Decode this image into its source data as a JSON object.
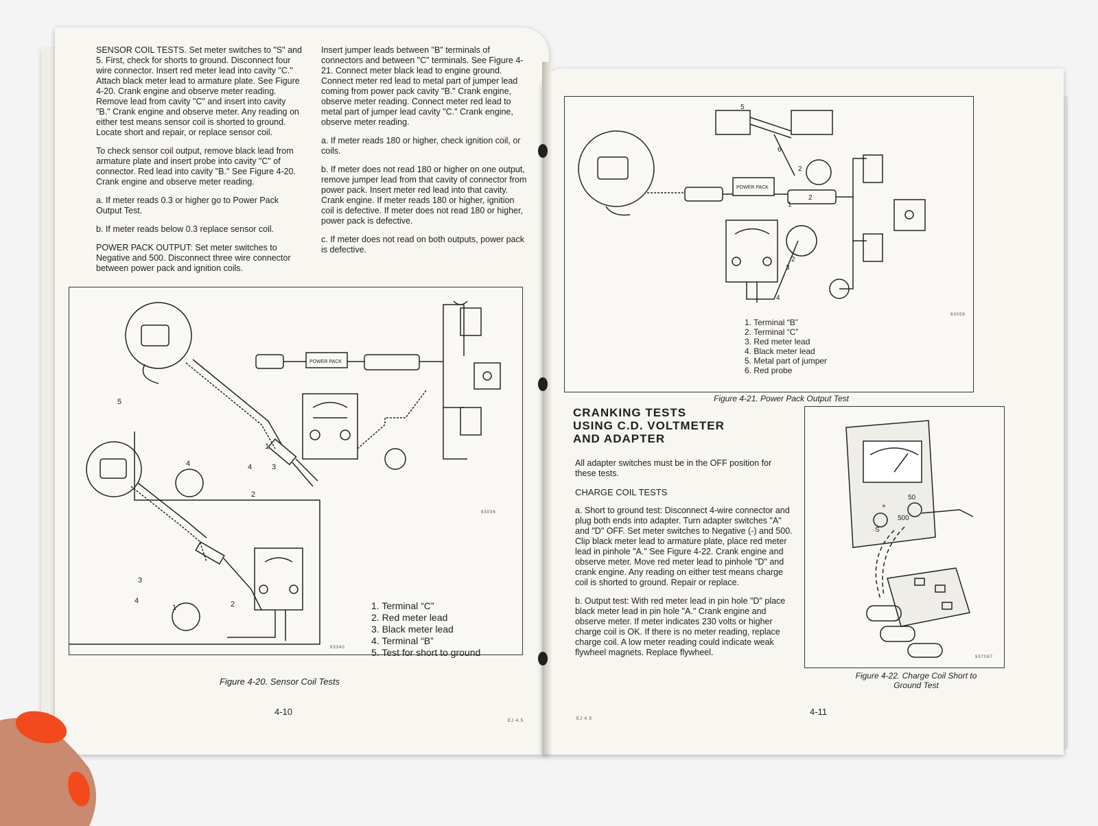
{
  "left_page": {
    "col1": {
      "p1": "SENSOR COIL TESTS. Set meter switches to \"S\" and 5. First, check for shorts to ground. Disconnect four wire connector. Insert red meter lead into cavity \"C.\" Attach black meter lead to armature plate. See Figure 4-20. Crank engine and observe meter reading. Remove lead from cavity \"C\" and insert into cavity \"B.\" Crank engine and observe meter. Any reading on either test means sensor coil is shorted to ground. Locate short and repair, or replace sensor coil.",
      "p2": "To check sensor coil output, remove black lead from armature plate and insert probe into cavity \"C\" of connector. Red lead into cavity \"B.\" See Figure 4-20. Crank engine and observe meter reading.",
      "p3": "a. If meter reads 0.3 or higher go to Power Pack Output Test.",
      "p4": "b. If meter reads below 0.3 replace sensor coil.",
      "p5": "POWER PACK OUTPUT: Set meter switches to Negative and 500. Disconnect three wire connector between power pack and ignition coils."
    },
    "col2": {
      "p1": "Insert jumper leads between \"B\" terminals of connectors and between \"C\" terminals. See Figure 4-21. Connect meter black lead to engine ground. Connect meter red lead to metal part of jumper lead coming from power pack cavity \"B.\" Crank engine, observe meter reading. Connect meter red lead to metal part of jumper lead cavity \"C.\" Crank engine, observe meter reading.",
      "p2": "a. If meter reads 180 or higher, check ignition coil, or coils.",
      "p3": "b. If meter does not read 180 or higher on one output, remove jumper lead from that cavity of connector from power pack. Insert meter red lead into that cavity. Crank engine. If meter reads 180 or higher, ignition coil is defective. If meter does not read 180 or higher, power pack is defective.",
      "p4": "c. If meter does not read on both outputs, power pack is defective."
    },
    "figure": {
      "power_pack_label": "POWER PACK",
      "code_top": "93036",
      "code_bottom": "93340",
      "legend": [
        "1. Terminal “C”",
        "2. Red meter lead",
        "3. Black meter lead",
        "4. Terminal “B”",
        "5. Test for short to ground"
      ],
      "caption": "Figure 4-20. Sensor Coil Tests"
    },
    "page_number": "4-10",
    "footer_code": "EJ 4.5"
  },
  "right_page": {
    "figure_21": {
      "power_pack_label": "POWER PACK",
      "code": "93059",
      "legend": [
        "1. Terminal “B”",
        "2. Terminal “C”",
        "3. Red meter lead",
        "4. Black meter lead",
        "5. Metal part of jumper",
        "6. Red probe"
      ],
      "caption": "Figure 4-21. Power Pack Output Test"
    },
    "heading": [
      "CRANKING TESTS",
      "USING C.D. VOLTMETER",
      "AND ADAPTER"
    ],
    "intro": "All adapter switches must be in the OFF position for these tests.",
    "subheading": "CHARGE COIL TESTS",
    "para_a": "a. Short to ground test: Disconnect 4-wire connector and plug both ends into adapter. Turn adapter switches \"A\" and \"D\" OFF. Set meter switches to Negative (-) and 500. Clip black meter lead to armature plate, place red meter lead in pinhole \"A.\" See Figure 4-22. Crank engine and observe meter. Move red meter lead to pinhole \"D\" and crank engine. Any reading on either test means charge coil is shorted to ground. Repair or replace.",
    "para_b": "b. Output test: With red meter lead in pin hole \"D\" place black meter lead in pin hole \"A.\" Crank engine and observe meter. If meter indicates 230 volts or higher charge coil is OK. If there is no meter reading, replace charge coil. A low meter reading could indicate weak flywheel magnets. Replace flywheel.",
    "figure_22": {
      "code": "937067",
      "caption_line1": "Figure 4-22. Charge Coil Short to",
      "caption_line2": "Ground Test"
    },
    "page_number": "4-11",
    "footer_code": "EJ 4.5"
  }
}
